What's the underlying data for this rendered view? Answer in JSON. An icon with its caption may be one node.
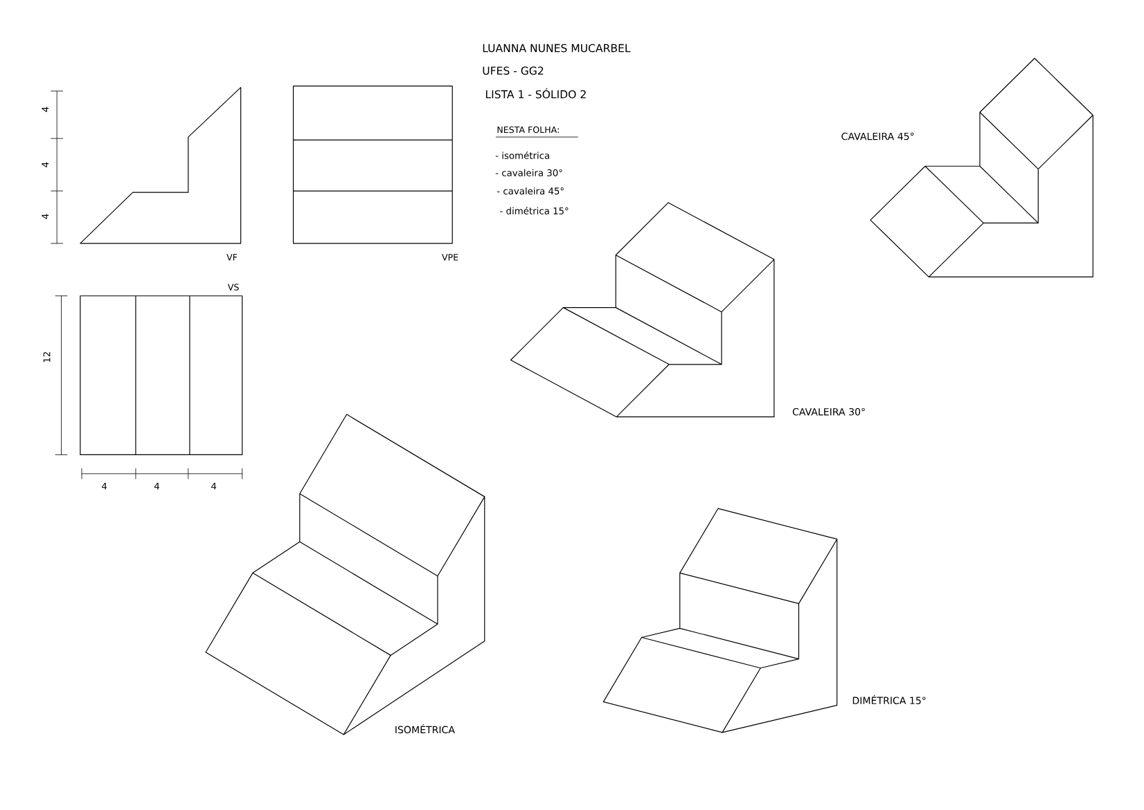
{
  "diagram": {
    "labels": [
      "LUANNA NUNES MUCARBEL",
      "UFES - GG2",
      "LISTA 1 - SÓLIDO 2",
      "NESTA FOLHA:",
      "- isométrica",
      "- cavaleira 30°",
      "- cavaleira 45°",
      "- dimétrica 15°",
      "4",
      "4",
      "4",
      "VF",
      "VPE",
      "CAVALEIRA 45°",
      "VS",
      "12",
      "CAVALEIRA 30°",
      "4",
      "4",
      "4",
      "DIMÉTRICA 15°",
      "ISOMÉTRICA"
    ]
  }
}
